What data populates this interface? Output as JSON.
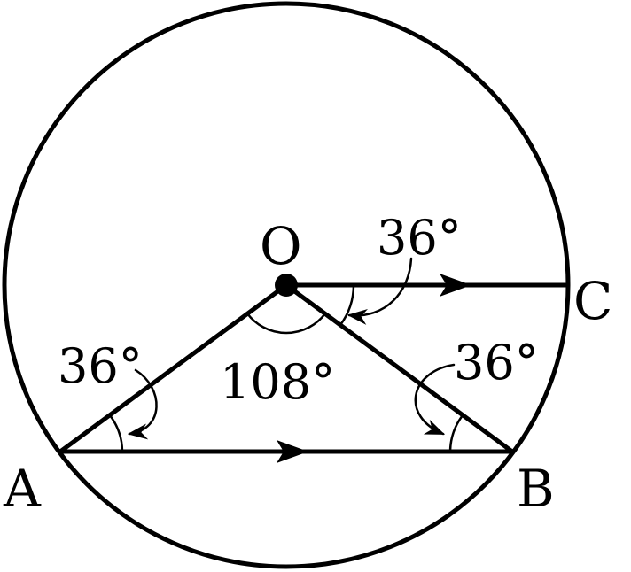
{
  "points": {
    "a": "A",
    "b": "B",
    "c": "C",
    "o": "O"
  },
  "angles": {
    "oab": "36°",
    "oba": "36°",
    "aob": "108°",
    "boc": "36°"
  },
  "colors": {
    "ink": "#000000",
    "background": "#ffffff"
  }
}
